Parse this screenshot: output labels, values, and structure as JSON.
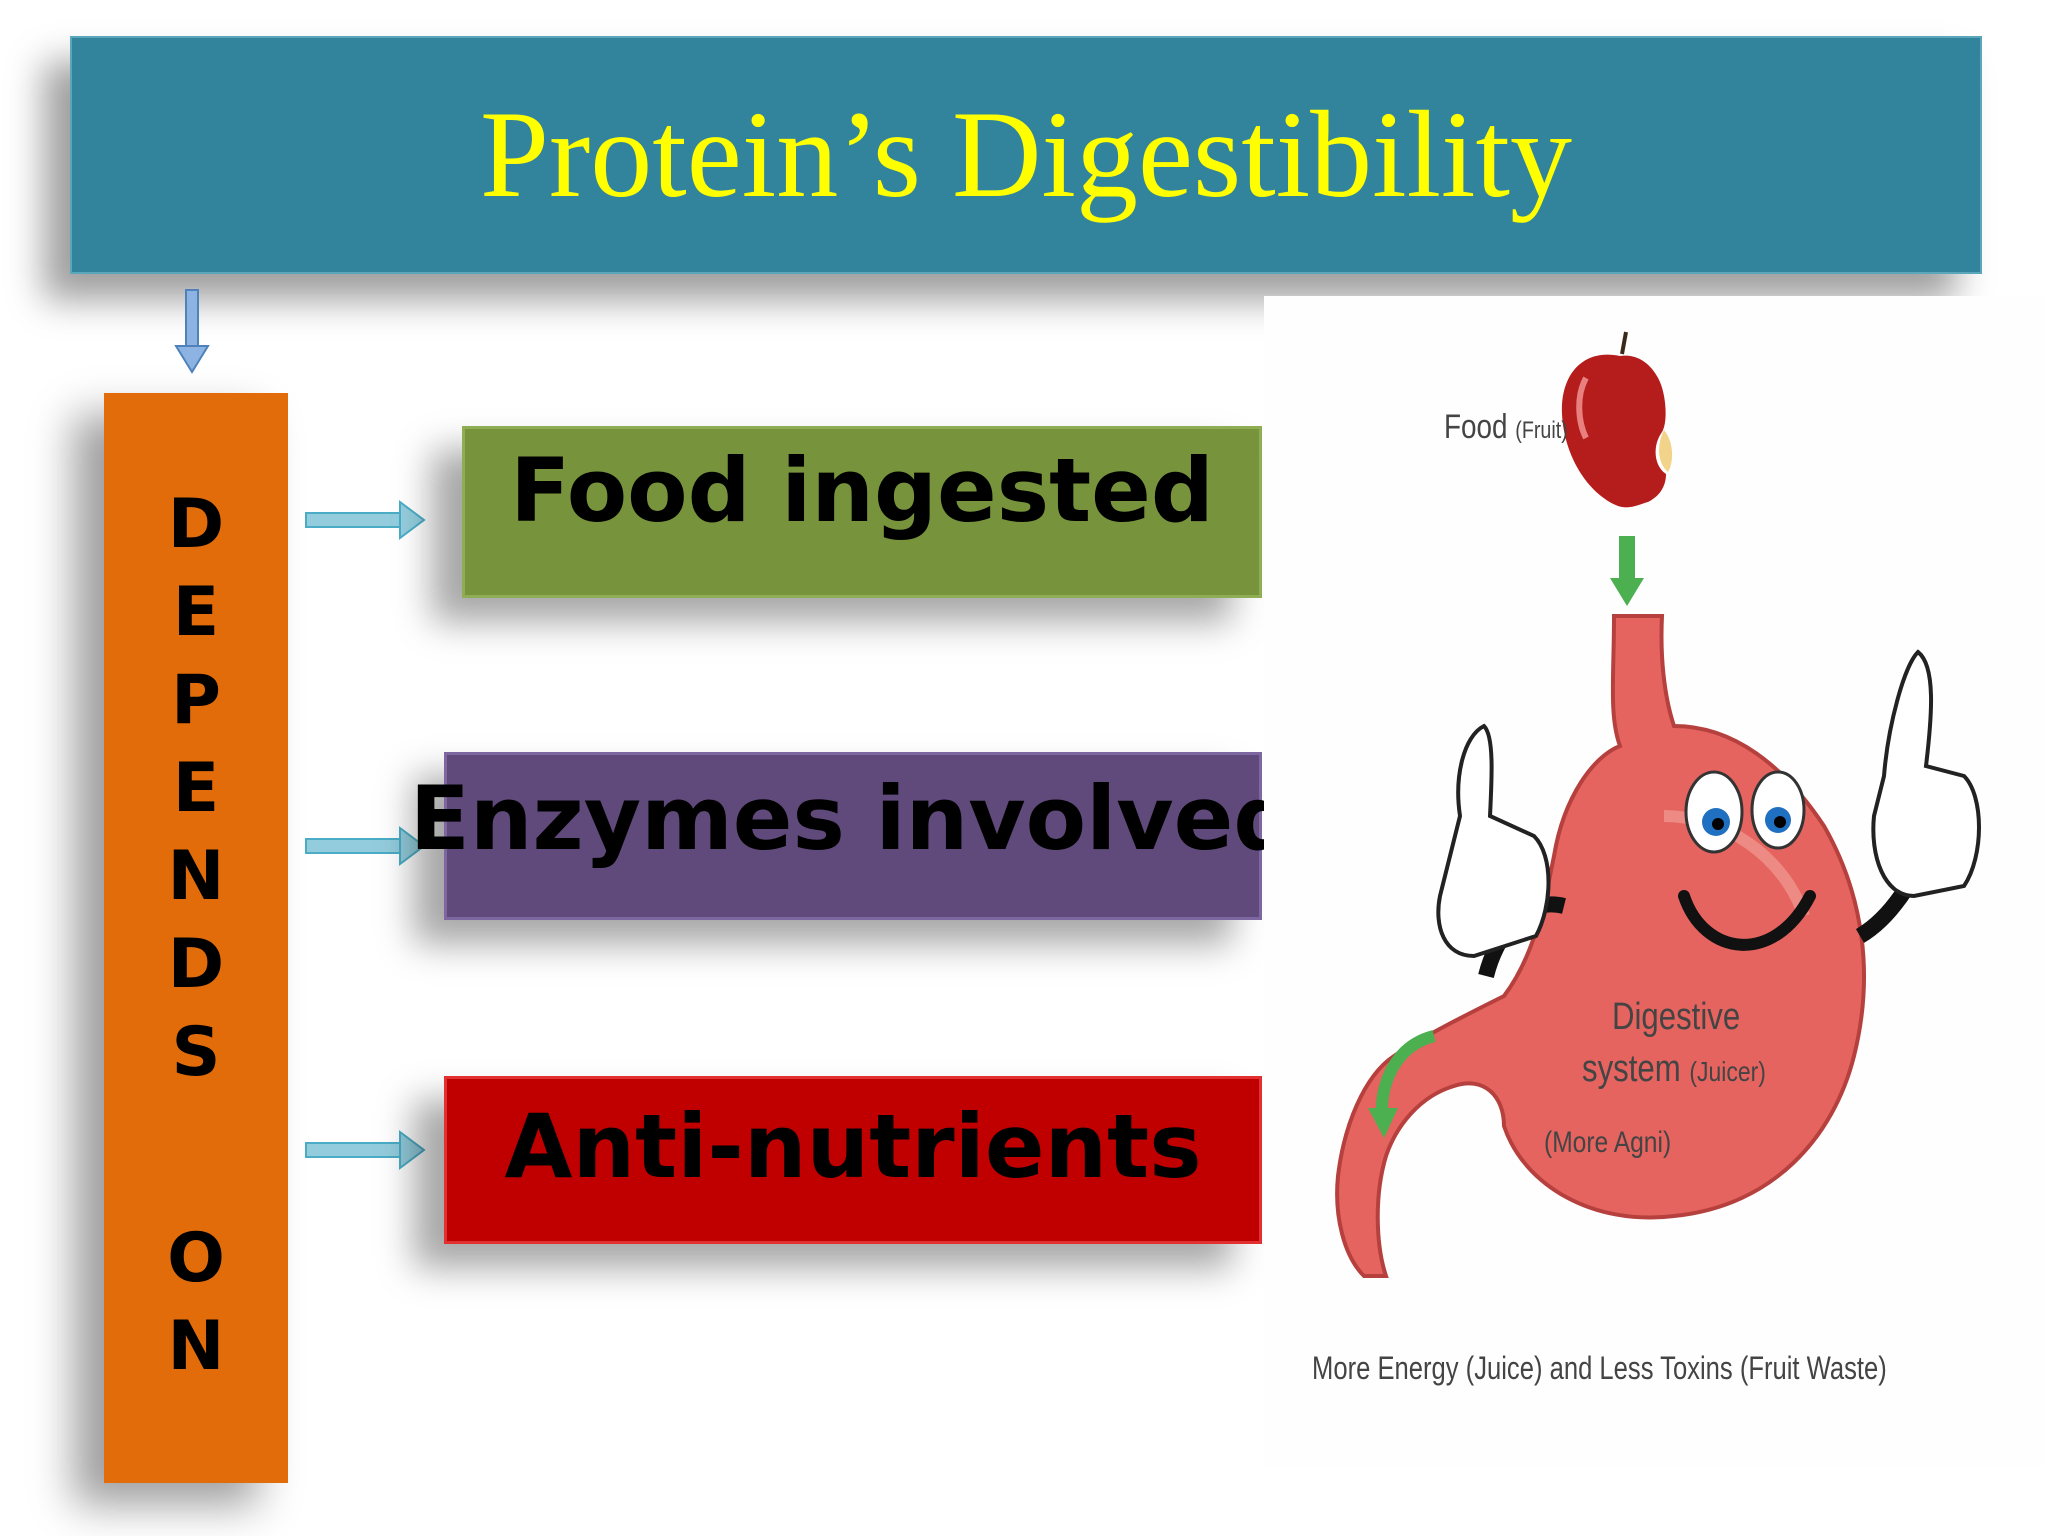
{
  "title": "Protein’s Digestibility",
  "depends_on": {
    "letters": [
      "D",
      "E",
      "P",
      "E",
      "N",
      "D",
      "S",
      "O",
      "N"
    ]
  },
  "factors": [
    {
      "label": "Food ingested",
      "color": "#77933c"
    },
    {
      "label": "Enzymes involved",
      "color": "#604a7b"
    },
    {
      "label": "Anti-nutrients",
      "color": "#c00000"
    }
  ],
  "illustration": {
    "food_label": "Food",
    "food_sub": "(Fruit)",
    "system_line1": "Digestive",
    "system_line2": "system",
    "system_sub": "(Juicer)",
    "agni": "(More Agni)",
    "caption": "More Energy (Juice) and Less Toxins (Fruit Waste)"
  },
  "colors": {
    "banner": "#31849b",
    "title_text": "#ffff00",
    "column": "#e36c0a",
    "arrow": "#4bacc6"
  }
}
